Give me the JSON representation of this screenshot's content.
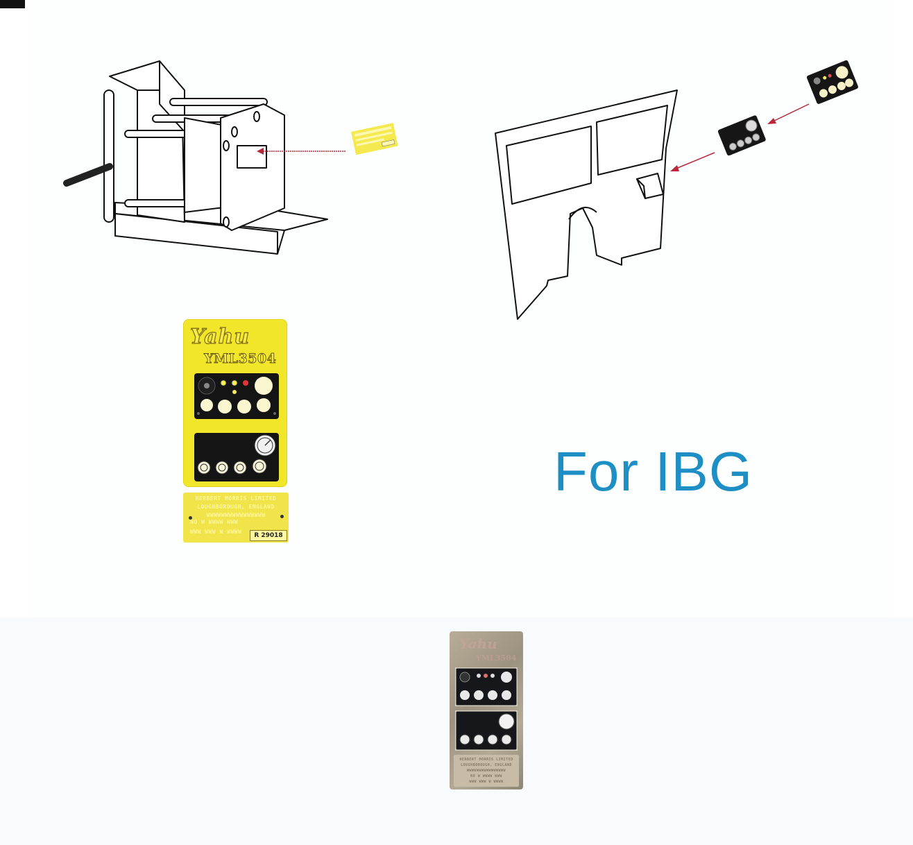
{
  "fret": {
    "brand": "Yahu",
    "code": "YML3504",
    "plate": {
      "lines": [
        "HERBERT MORRIS LIMITED",
        "LOUGHBOROUGH, ENGLAND",
        "WWWWWWWWWWWWWWWW",
        "NO W WWWW WWW",
        "WWW WWW W WWWW"
      ],
      "number": "R 29018"
    }
  },
  "title": "For IBG",
  "colors": {
    "title": "#1e8fc4",
    "fret_yellow": "#f2e62a",
    "arrow": "#b8283a"
  },
  "icons": [
    "winch-drawing",
    "cab-panel-drawing",
    "instrument-panel-part",
    "data-plate-part",
    "arrow-icon"
  ]
}
